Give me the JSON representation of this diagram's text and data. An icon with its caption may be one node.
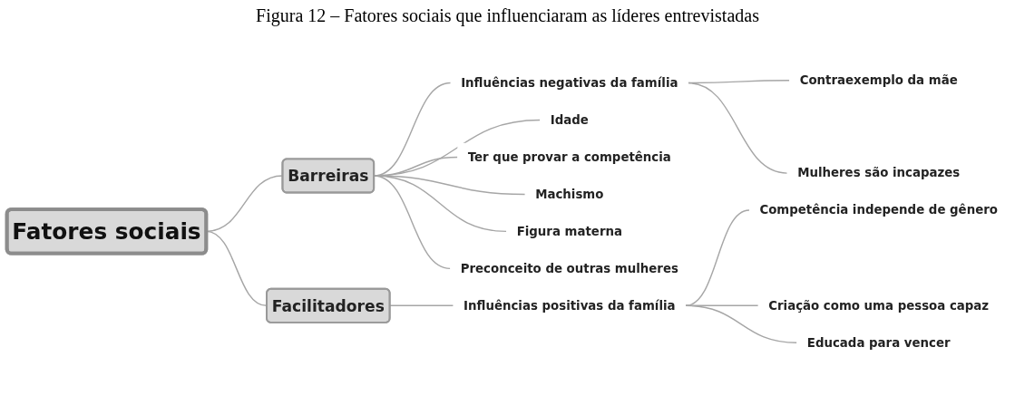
{
  "diagram": {
    "title": "Figura 12 – Fatores sociais que influenciaram as líderes entrevistadas",
    "nodes": [
      {
        "text": [
          "Fatores sociais"
        ]
      },
      {
        "text": [
          "Barreiras"
        ]
      },
      {
        "text": [
          "Influências negativas da família"
        ]
      },
      {
        "text": [
          "Contraexemplo da mãe"
        ]
      },
      {
        "text": [
          "Mulheres são incapazes"
        ]
      },
      {
        "text": [
          "Idade"
        ]
      },
      {
        "text": [
          "Ter que provar a competência"
        ]
      },
      {
        "text": [
          "Machismo"
        ]
      },
      {
        "text": [
          "Figura materna"
        ]
      },
      {
        "text": [
          "Preconceito de outras mulheres"
        ]
      },
      {
        "text": [
          "Facilitadores"
        ]
      },
      {
        "text": [
          "Influências positivas da família"
        ]
      },
      {
        "text": [
          "Competência independe de gênero"
        ]
      },
      {
        "text": [
          "Criação como uma pessoa capaz"
        ]
      },
      {
        "text": [
          "Educada para vencer"
        ]
      }
    ],
    "edges": [
      {
        "from": 0,
        "to": 1,
        "arrow": "none"
      },
      {
        "from": 1,
        "to": 2,
        "arrow": "none"
      },
      {
        "from": 2,
        "to": 3,
        "arrow": "none"
      },
      {
        "from": 2,
        "to": 4,
        "arrow": "none"
      },
      {
        "from": 1,
        "to": 5,
        "arrow": "none"
      },
      {
        "from": 1,
        "to": 6,
        "arrow": "none"
      },
      {
        "from": 1,
        "to": 7,
        "arrow": "none"
      },
      {
        "from": 1,
        "to": 8,
        "arrow": "none"
      },
      {
        "from": 1,
        "to": 9,
        "arrow": "none"
      },
      {
        "from": 0,
        "to": 10,
        "arrow": "none"
      },
      {
        "from": 10,
        "to": 11,
        "arrow": "none"
      },
      {
        "from": 11,
        "to": 12,
        "arrow": "none"
      },
      {
        "from": 11,
        "to": 13,
        "arrow": "none"
      },
      {
        "from": 11,
        "to": 14,
        "arrow": "none"
      }
    ]
  }
}
